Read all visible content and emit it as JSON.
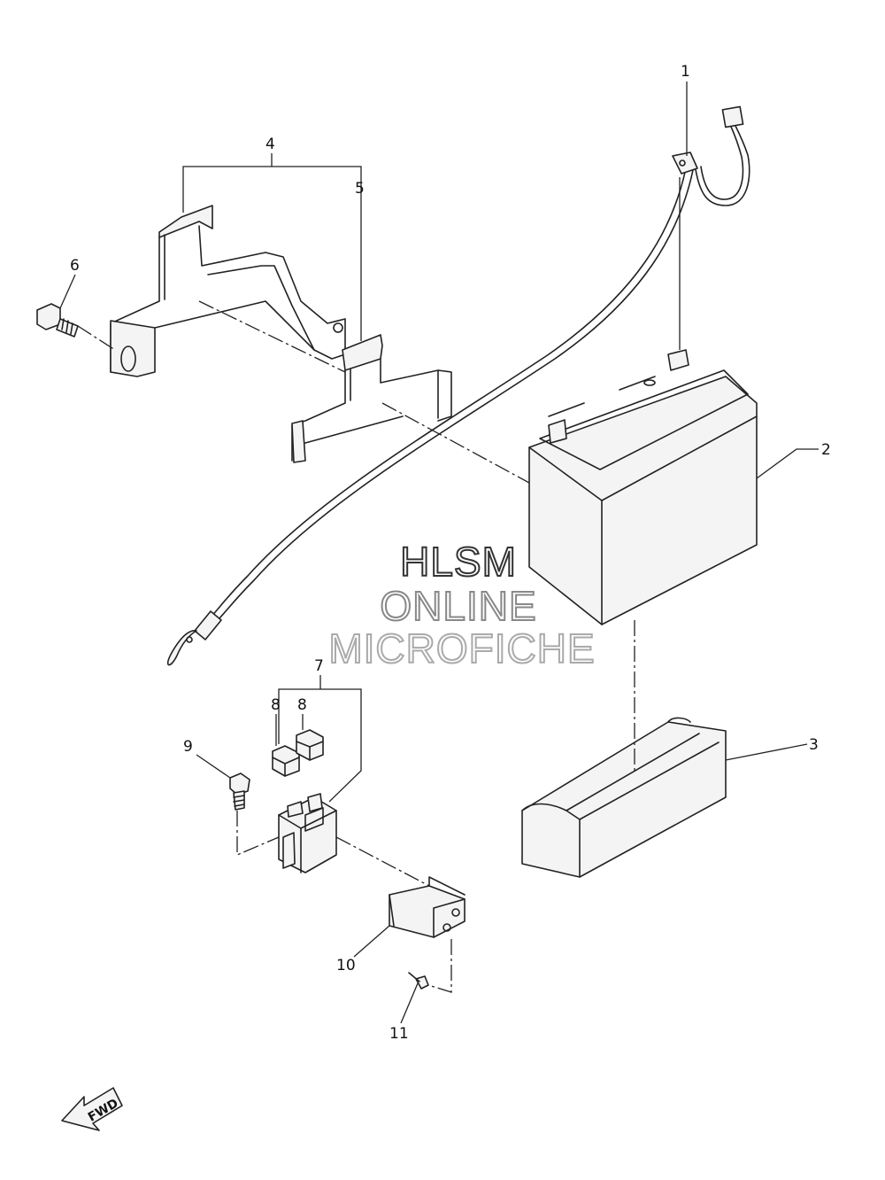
{
  "callouts": [
    {
      "id": "1",
      "label": "1"
    },
    {
      "id": "2",
      "label": "2"
    },
    {
      "id": "3",
      "label": "3"
    },
    {
      "id": "4",
      "label": "4"
    },
    {
      "id": "5",
      "label": "5"
    },
    {
      "id": "6",
      "label": "6"
    },
    {
      "id": "7",
      "label": "7"
    },
    {
      "id": "8a",
      "label": "8"
    },
    {
      "id": "8b",
      "label": "8"
    },
    {
      "id": "9",
      "label": "9"
    },
    {
      "id": "10",
      "label": "10"
    },
    {
      "id": "11",
      "label": "11"
    }
  ],
  "watermark": {
    "line1": "HLSM",
    "line2": "ONLINE",
    "line3": "MICROFICHE"
  },
  "fwd_label": "FWD"
}
